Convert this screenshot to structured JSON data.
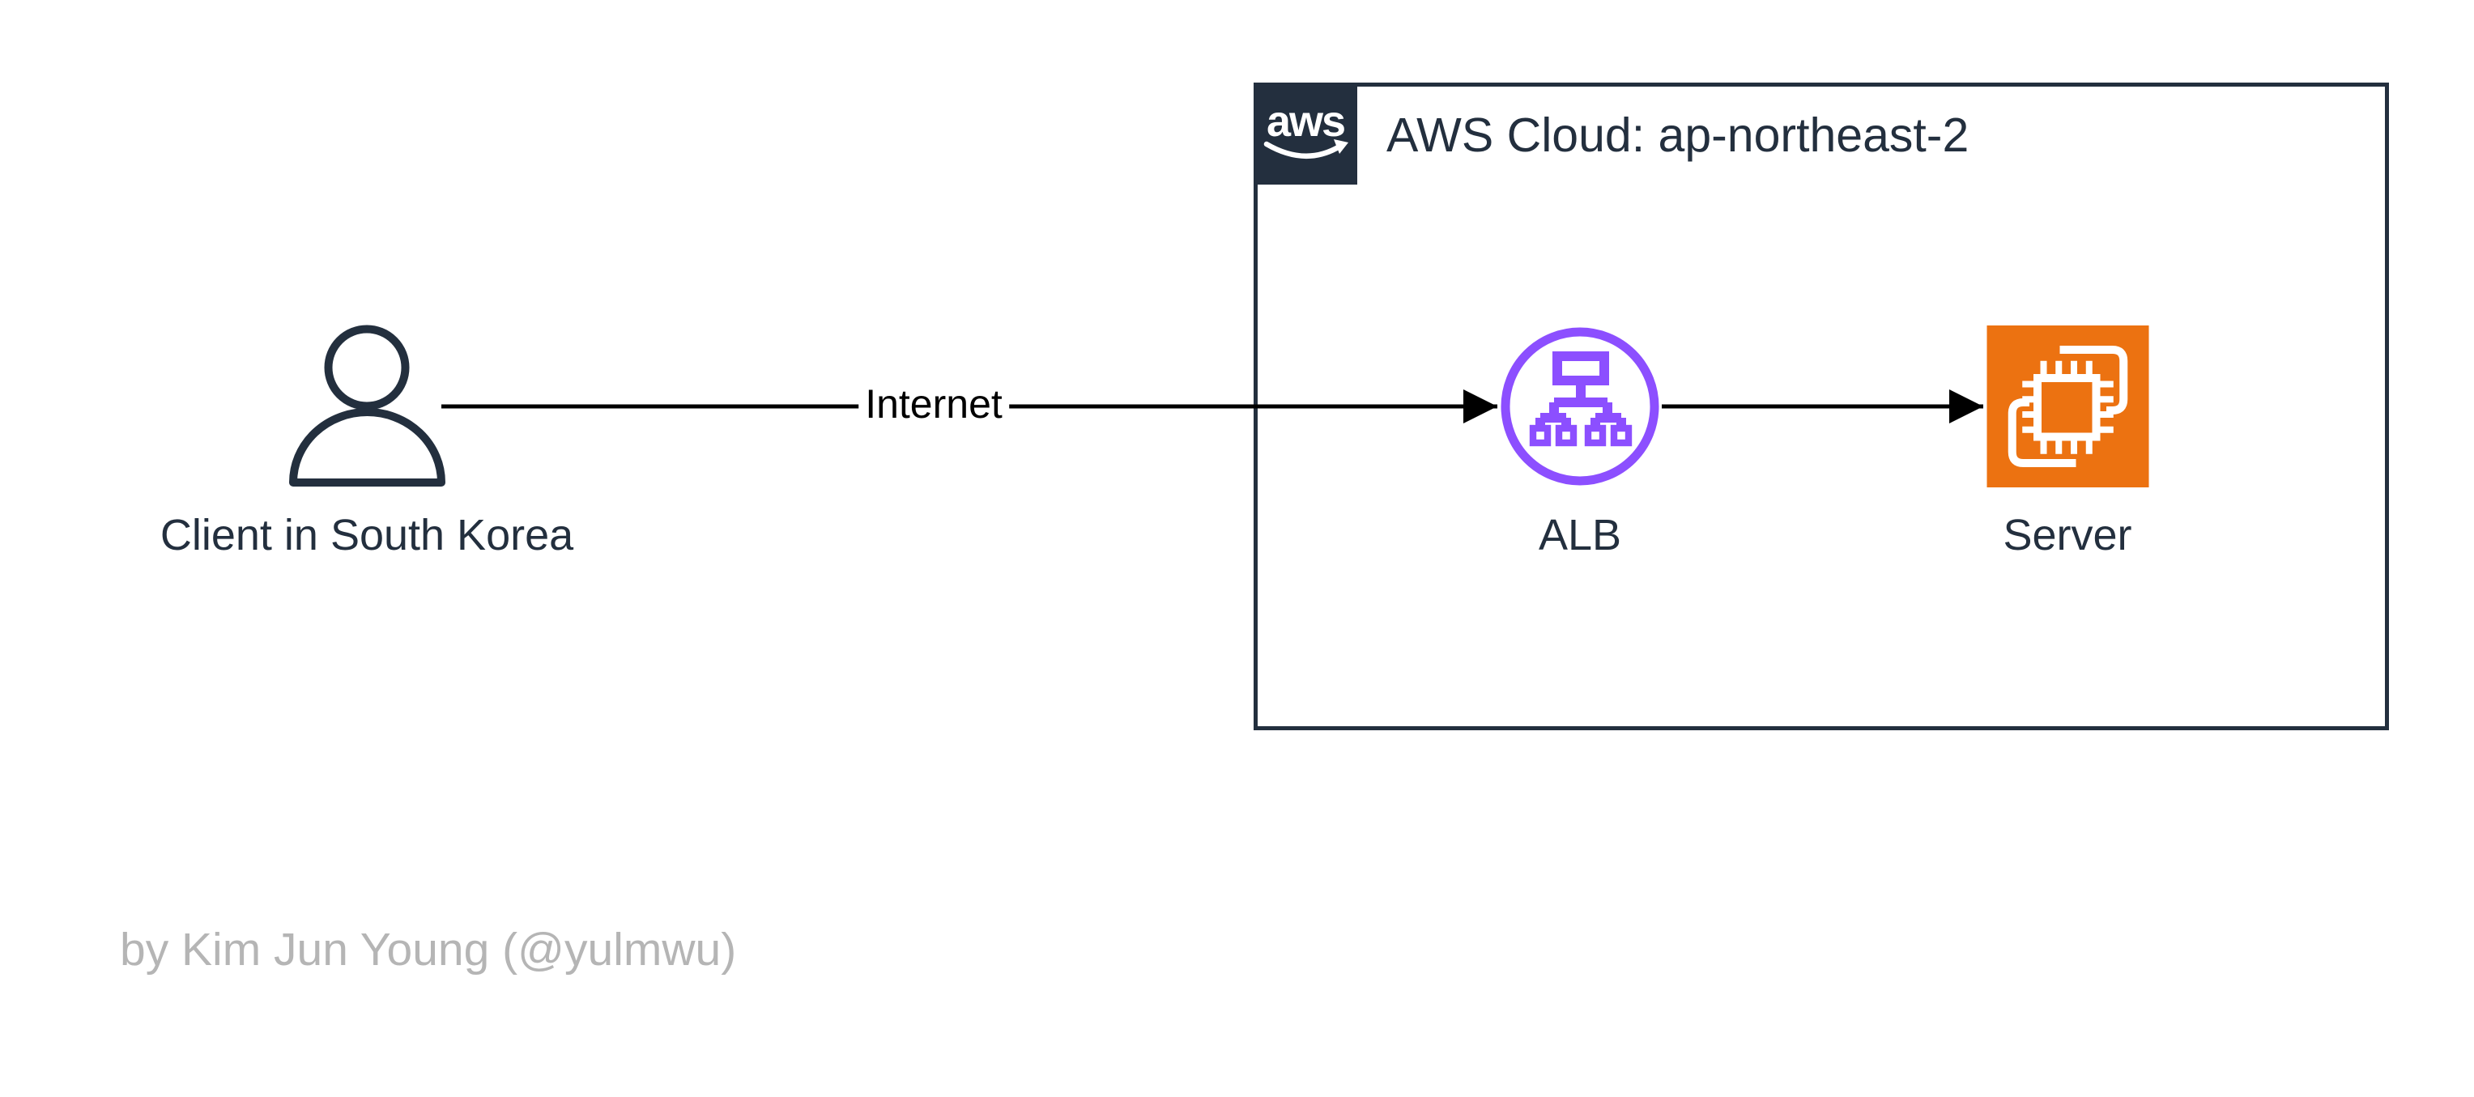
{
  "client": {
    "label": "Client in South Korea"
  },
  "connections": {
    "internet_label": "Internet"
  },
  "aws_cloud": {
    "logo_text": "aws",
    "title": "AWS Cloud: ap-northeast-2"
  },
  "alb": {
    "label": "ALB"
  },
  "server": {
    "label": "Server"
  },
  "footer": {
    "credit": "by Kim Jun Young (@yulmwu)"
  },
  "colors": {
    "navy": "#232F3E",
    "purple": "#8C4FFF",
    "orange": "#EC7211",
    "arrow_black": "#000000",
    "footer_gray": "#B5B5B5",
    "canvas_bg": "#FFFFFF"
  }
}
